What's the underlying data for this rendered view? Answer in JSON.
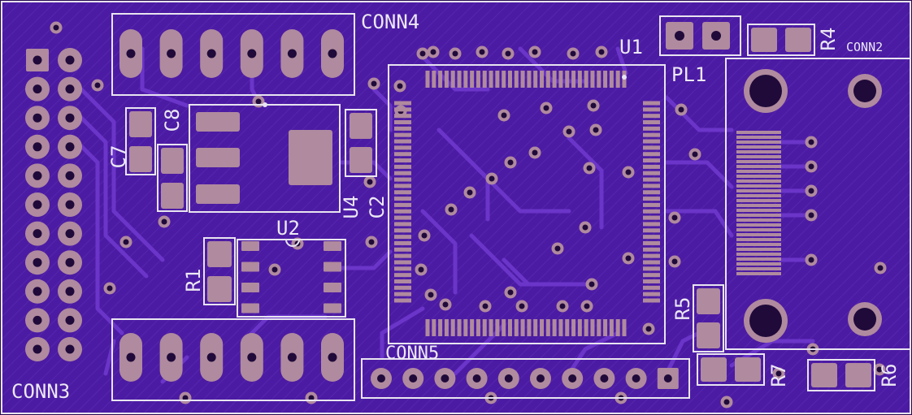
{
  "board": {
    "labels": {
      "conn4": "CONN4",
      "conn3": "CONN3",
      "conn5": "CONN5",
      "conn2": "CONN2",
      "u1": "U1",
      "pl1": "PL1",
      "u2": "U2",
      "u4": "U4",
      "c2": "C2",
      "c7": "C7",
      "c8": "C8",
      "r1": "R1",
      "r4": "R4",
      "r5": "R5",
      "r6": "R6",
      "r7": "R7"
    },
    "colors": {
      "background": "#2a0c52",
      "board": "#4b1aa0",
      "copper_fill": "#5a25b4",
      "trace": "#6a35c8",
      "silkscreen": "#e8e4f0",
      "pad": "#b08a9e",
      "hole": "#1f0a3a"
    }
  }
}
